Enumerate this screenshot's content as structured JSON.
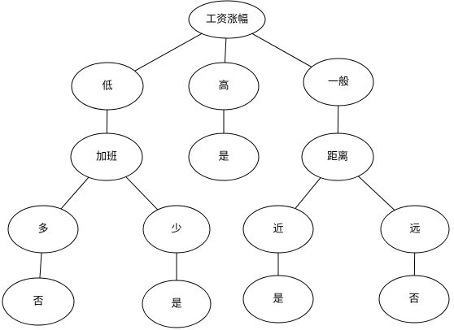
{
  "diagram": {
    "nodes": {
      "root": {
        "label": "工资涨幅"
      },
      "low": {
        "label": "低"
      },
      "high": {
        "label": "高"
      },
      "normal": {
        "label": "一般"
      },
      "overtime": {
        "label": "加班"
      },
      "high_leaf": {
        "label": "是"
      },
      "distance": {
        "label": "距离"
      },
      "more": {
        "label": "多"
      },
      "less": {
        "label": "少"
      },
      "near": {
        "label": "近"
      },
      "far": {
        "label": "远"
      },
      "more_leaf": {
        "label": "否"
      },
      "less_leaf": {
        "label": "是"
      },
      "near_leaf": {
        "label": "是"
      },
      "far_leaf": {
        "label": "否"
      }
    },
    "edges": [
      [
        "root",
        "low"
      ],
      [
        "root",
        "high"
      ],
      [
        "root",
        "normal"
      ],
      [
        "low",
        "overtime"
      ],
      [
        "high",
        "high_leaf"
      ],
      [
        "normal",
        "distance"
      ],
      [
        "overtime",
        "more"
      ],
      [
        "overtime",
        "less"
      ],
      [
        "distance",
        "near"
      ],
      [
        "distance",
        "far"
      ],
      [
        "more",
        "more_leaf"
      ],
      [
        "less",
        "less_leaf"
      ],
      [
        "near",
        "near_leaf"
      ],
      [
        "far",
        "far_leaf"
      ]
    ]
  }
}
